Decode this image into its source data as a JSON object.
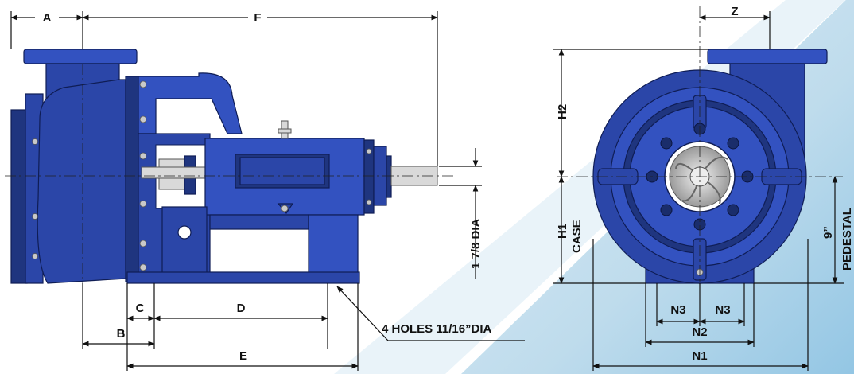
{
  "labels": {
    "A": "A",
    "F": "F",
    "Z": "Z",
    "H2": "H2",
    "H1": "H1",
    "case": "CASE",
    "pedestal_height": "9”",
    "pedestal": "PEDESTAL",
    "shaft_dia": "1 7/8 DIA",
    "B": "B",
    "C": "C",
    "D": "D",
    "E": "E",
    "holes": "4 HOLES 11/16”DIA",
    "N1": "N1",
    "N2": "N2",
    "N3_left": "N3",
    "N3_right": "N3"
  },
  "colors": {
    "pump_body": "#2b46a8",
    "pump_dark": "#1f357f",
    "background_band": "#bcd9ea"
  }
}
